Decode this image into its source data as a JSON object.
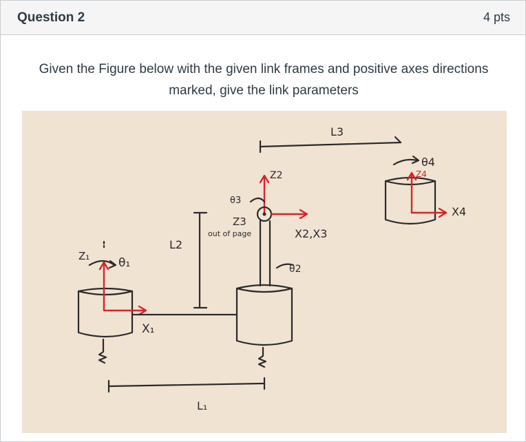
{
  "question": {
    "title": "Question 2",
    "points": "4 pts",
    "text": "Given the Figure below with the given link frames and positive axes directions marked, give the link parameters"
  },
  "figure": {
    "labels": {
      "z1": "Z₁",
      "theta1": "θ₁",
      "x1": "X₁",
      "l1": "L₁",
      "l2": "L2",
      "l3": "L3",
      "theta3": "θ3",
      "z3": "Z3",
      "z3_note": "out of page",
      "z2": "Z2",
      "x2x3": "X2,X3",
      "theta2": "θ2",
      "theta4": "θ4",
      "z4": "Z4",
      "x4": "X4"
    },
    "colors": {
      "ink": "#2a2a2a",
      "frame_axes": "#d8232a",
      "paper": "#f1e3d2"
    }
  }
}
